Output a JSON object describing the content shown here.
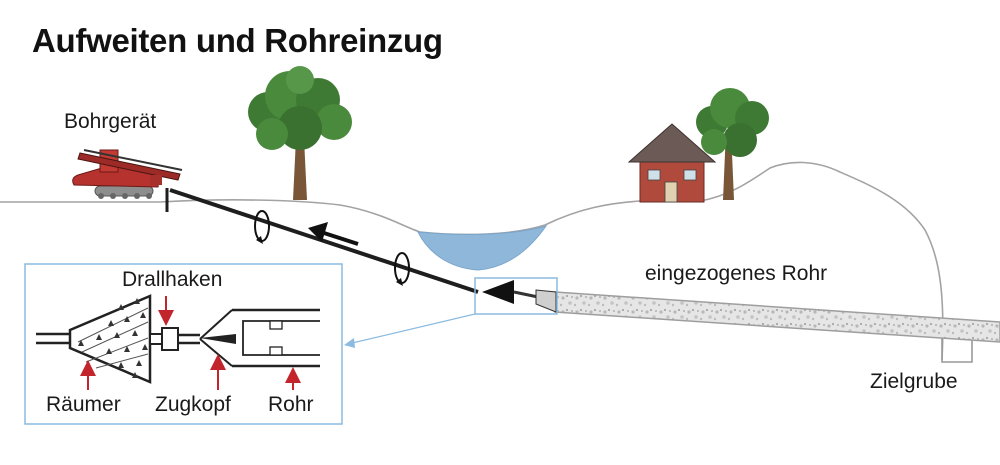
{
  "title": "Aufweiten und Rohreinzug",
  "labels": {
    "drill_rig": "Bohrgerät",
    "pulled_pipe": "eingezogenes Rohr",
    "target_pit": "Zielgrube"
  },
  "detail": {
    "swivel": "Drallhaken",
    "reamer": "Räumer",
    "pulling_head": "Zugkopf",
    "pipe": "Rohr"
  },
  "colors": {
    "rig": "#b5322e",
    "water": "#8fb7d9",
    "callout": "#8bbbe0",
    "marker_arrow": "#c2252b",
    "house_wall": "#b04a3c",
    "roof": "#6b5a55",
    "tree_canopy": "#3e7a34",
    "trunk": "#7a5638"
  }
}
